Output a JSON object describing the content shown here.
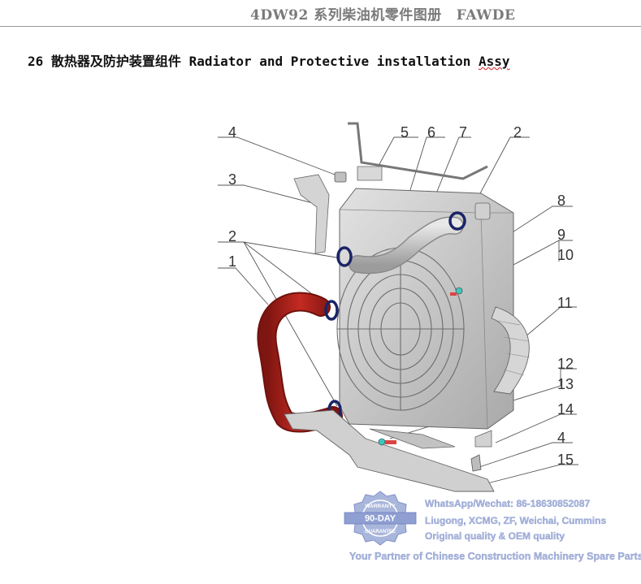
{
  "header": {
    "title": "4DW92 系列柴油机零件图册",
    "brand": "FAWDE"
  },
  "section": {
    "number": "26",
    "title_cn": "散热器及防护装置组件",
    "title_en_main": "Radiator and Protective installation ",
    "title_en_squiggle": "Assy"
  },
  "callouts": {
    "c1": "1",
    "c2a": "2",
    "c2b": "2",
    "c3": "3",
    "c4a": "4",
    "c4b": "4",
    "c5": "5",
    "c6": "6",
    "c7": "7",
    "c8": "8",
    "c9": "9",
    "c10": "10",
    "c11": "11",
    "c12": "12",
    "c13": "13",
    "c14": "14",
    "c15": "15"
  },
  "watermark": {
    "badge_top": "WARRANTY",
    "badge_mid": "90-DAY",
    "badge_bottom": "GUARANTEE",
    "line1": "WhatsApp/Wechat: 86-18630852087",
    "line2": "Liugong, XCMG, ZF, Weichai, Cummins",
    "line3": "Original quality  &  OEM quality",
    "footer": "Your Partner of Chinese Construction Machinery Spare Parts"
  },
  "colors": {
    "hose_red": "#b8231c",
    "clamp_navy": "#1a2466",
    "radiator_gray": "#c9c9c9",
    "watermark_blue": "#a9b6dc"
  }
}
